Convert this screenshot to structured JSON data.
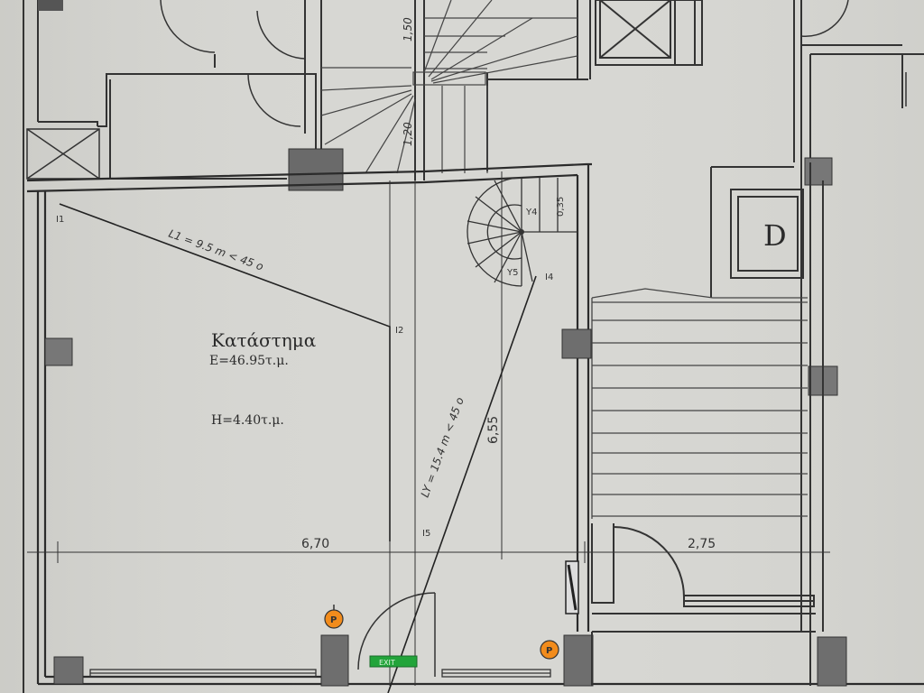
{
  "room": {
    "name": "Κατάστημα",
    "area": "E=46.95τ.μ.",
    "height": "H=4.40τ.μ."
  },
  "dimensions": {
    "width_left": "6,70",
    "width_right": "2,75",
    "height_mid": "6,55",
    "small_stair": "0,35",
    "stair_top_a": "1,50",
    "stair_top_b": "1,20"
  },
  "lines": {
    "l1": "L1 = 9.5 m  < 45 o",
    "ly": "LY = 15.4 m  < 45 o"
  },
  "points": {
    "i1": "I1",
    "i2": "I2",
    "i4": "I4",
    "i5": "I5",
    "y4": "Y4",
    "y5": "Y5"
  },
  "symbols": {
    "d_mark": "D",
    "p_mark": "P",
    "exit_sign": "EXIT"
  },
  "colors": {
    "paper": "#d6d6d2",
    "wall": "#2b2b2b",
    "pillar": "#6b6b6b",
    "sign_orange": "#f28c1c",
    "exit_green": "#22a43a"
  }
}
